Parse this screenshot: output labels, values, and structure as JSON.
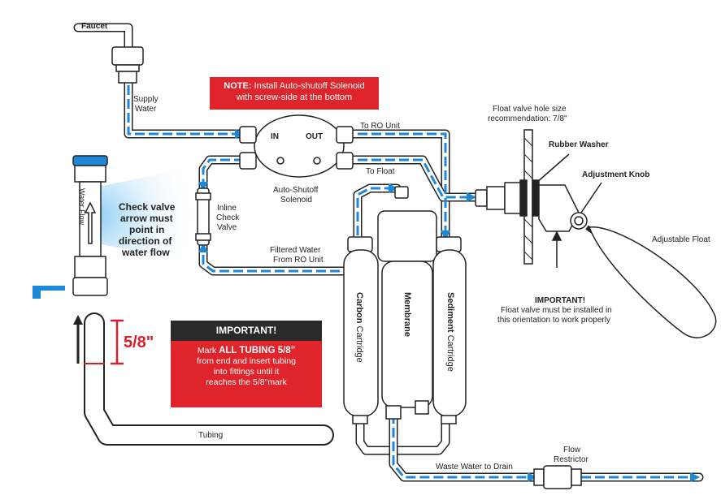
{
  "labels": {
    "faucet": "Faucet",
    "supply_water_1": "Supply",
    "supply_water_2": "Water",
    "note_key": "NOTE:",
    "note_rest": " Install Auto-shutoff Solenoid",
    "note_line2": "with screw-side at the bottom",
    "in": "IN",
    "out": "OUT",
    "to_ro_unit": "To RO Unit",
    "to_float": "To Float",
    "solenoid_1": "Auto-Shutoff",
    "solenoid_2": "Solenoid",
    "inline_1": "Inline",
    "inline_2": "Check",
    "inline_3": "Valve",
    "check_valve_1": "Check valve",
    "check_valve_2": "arrow must",
    "check_valve_3": "point in",
    "check_valve_4": "direction of",
    "check_valve_5": "water flow",
    "water_flow": "Water Flow",
    "filtered_1": "Filtered Water",
    "filtered_2": "From RO Unit",
    "hole_1": "Float valve hole size",
    "hole_2": "recommendation: 7/8\"",
    "rubber_washer": "Rubber Washer",
    "adjustment_knob": "Adjustment Knob",
    "adjustable_float": "Adjustable Float",
    "important_float_1": "IMPORTANT!",
    "important_float_2": "Float valve must be installed in",
    "important_float_3": "this orientation to work properly",
    "carbon_b": "Carbon",
    "carbon_r": " Cartridge",
    "membrane": "Membrane",
    "sediment_b": "Sediment",
    "sediment_r": " Cartridge",
    "five_eighth": "5/8\"",
    "important_box_head": "IMPORTANT!",
    "important_box_1a": "Mark ",
    "important_box_1b": "ALL TUBING 5/8\"",
    "important_box_2": "from end and insert tubing",
    "important_box_3": "into fittings until it",
    "important_box_4": "reaches the 5/8\"mark",
    "tubing": "Tubing",
    "waste_water": "Waste Water to Drain",
    "flow_1": "Flow",
    "flow_2": "Restrictor"
  },
  "colors": {
    "tube_outline": "#222222",
    "flow": "#1e88d8",
    "red": "#e0242b",
    "dark": "#2a2a2a",
    "glow": "#bfe3fa"
  }
}
